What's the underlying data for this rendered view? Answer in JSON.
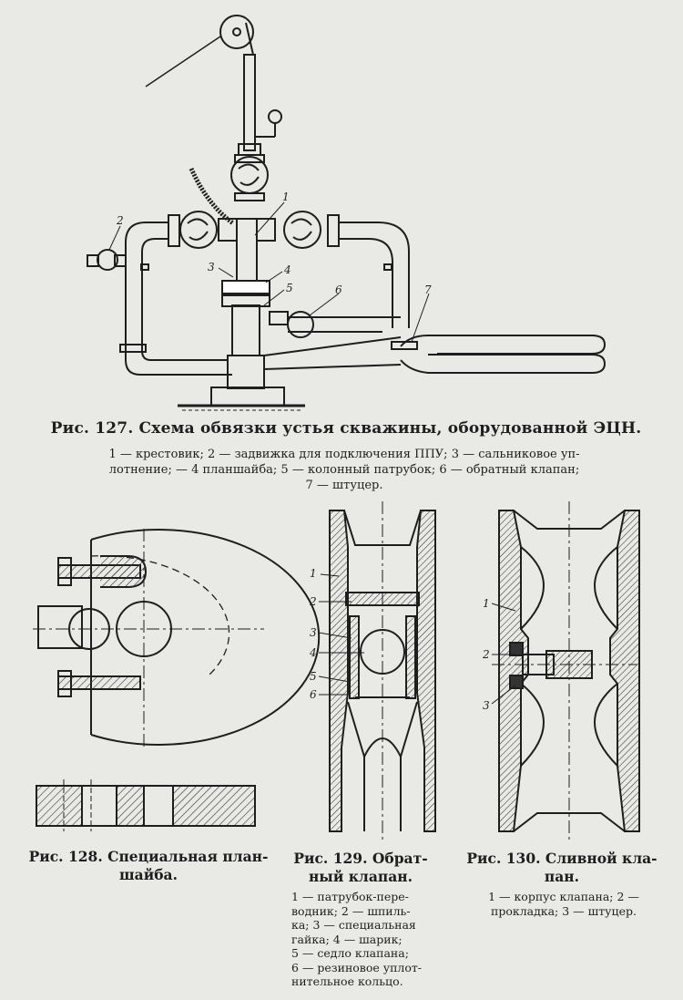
{
  "fig127": {
    "caption": "Рис. 127. Схема обвязки устья скважины, оборудованной ЭЦН.",
    "legend_line1": "1 — крестовик; 2 — задвижка для подключения ППУ; 3 — сальниковое уп-",
    "legend_line2": "лотнение; — 4 планшайба; 5 — колонный патрубок; 6 — обратный клапан;",
    "legend_line3": "7 — штуцер.",
    "labels": [
      "1",
      "2",
      "3",
      "4",
      "5",
      "6",
      "7"
    ]
  },
  "fig128": {
    "caption_line1": "Рис. 128. Специальная план-",
    "caption_line2": "шайба."
  },
  "fig129": {
    "caption_line1": "Рис. 129. Обрат-",
    "caption_line2": "ный клапан.",
    "legend": [
      "1 — патрубок-пере-",
      "водник; 2 — шпиль-",
      "ка; 3 — специальная",
      "гайка; 4 — шарик;",
      "5 — седло клапана;",
      "6 — резиновое уплот-",
      "нительное кольцо."
    ],
    "labels": [
      "1",
      "2",
      "3",
      "4",
      "5",
      "6"
    ]
  },
  "fig130": {
    "caption_line1": "Рис. 130. Сливной кла-",
    "caption_line2": "пан.",
    "legend_line1": "1 — корпус клапана; 2 —",
    "legend_line2": "прокладка; 3 — штуцер.",
    "labels": [
      "1",
      "2",
      "3"
    ]
  }
}
